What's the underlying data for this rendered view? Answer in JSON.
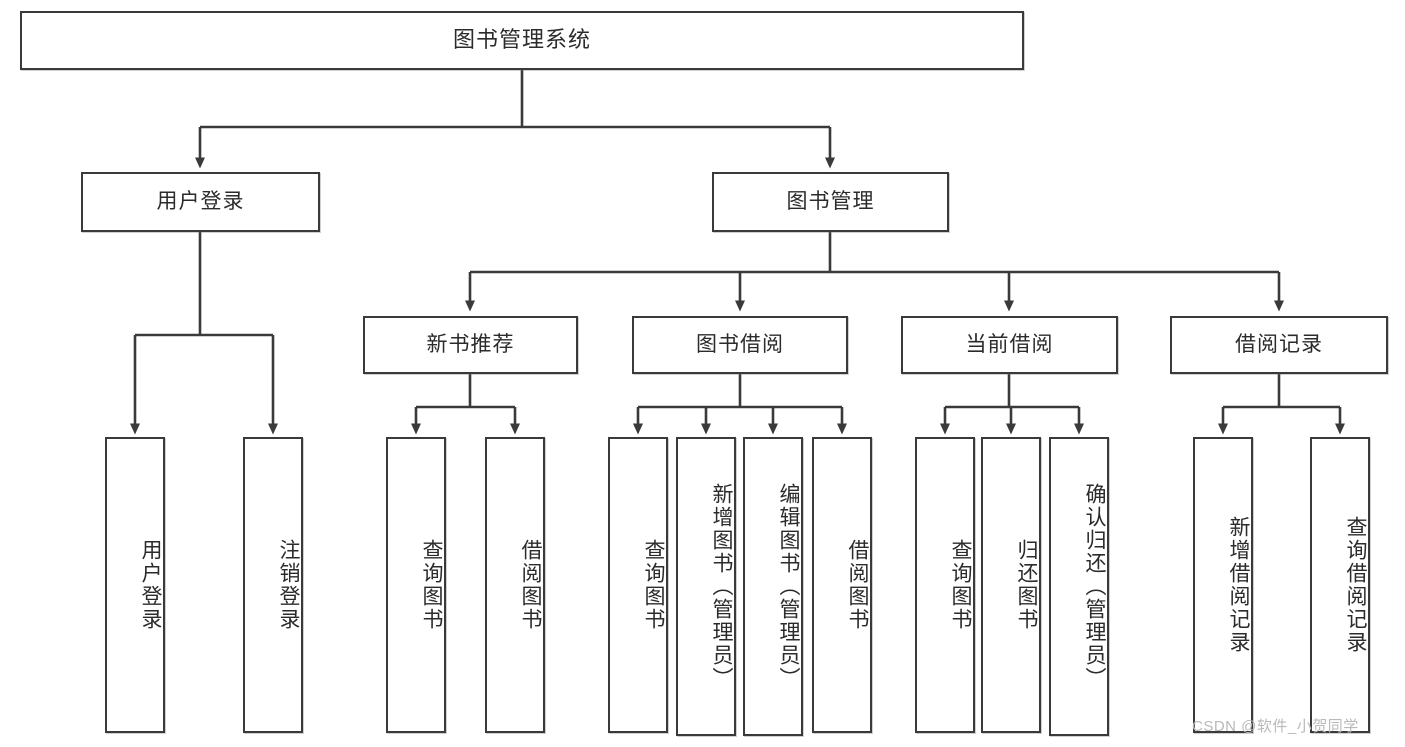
{
  "diagram": {
    "title": "图书管理系统",
    "type": "tree-hierarchy",
    "root": {
      "label": "图书管理系统"
    },
    "level2": [
      {
        "label": "用户登录"
      },
      {
        "label": "图书管理"
      }
    ],
    "level3": [
      {
        "label": "新书推荐"
      },
      {
        "label": "图书借阅"
      },
      {
        "label": "当前借阅"
      },
      {
        "label": "借阅记录"
      }
    ],
    "leaves": {
      "user_login": [
        {
          "label": "用户登录"
        },
        {
          "label": "注销登录"
        }
      ],
      "new_book_recommend": [
        {
          "label": "查询图书"
        },
        {
          "label": "借阅图书"
        }
      ],
      "book_borrow": [
        {
          "label": "查询图书"
        },
        {
          "label": "新增图书（管理员）"
        },
        {
          "label": "编辑图书（管理员）"
        },
        {
          "label": "借阅图书"
        }
      ],
      "current_borrow": [
        {
          "label": "查询图书"
        },
        {
          "label": "归还图书"
        },
        {
          "label": "确认归还（管理员）"
        }
      ],
      "borrow_record": [
        {
          "label": "新增借阅记录"
        },
        {
          "label": "查询借阅记录"
        }
      ]
    },
    "watermark": "CSDN @软件_小贺同学",
    "colors": {
      "stroke": "#3a3a3a",
      "box_fill": "#ffffff",
      "text": "#2b2b2b",
      "watermark": "#b9b9b9"
    }
  }
}
